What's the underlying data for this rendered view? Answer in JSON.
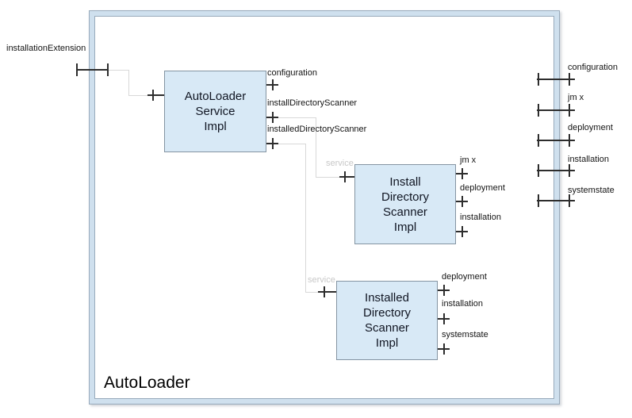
{
  "diagram": {
    "title": "AutoLoader",
    "external_reference": {
      "label": "installationExtension"
    },
    "frame_ports": [
      {
        "label": "configuration"
      },
      {
        "label": "jm x"
      },
      {
        "label": "deployment"
      },
      {
        "label": "installation"
      },
      {
        "label": "systemstate"
      }
    ],
    "components": [
      {
        "name_lines": [
          "AutoLoader",
          "Service",
          "Impl"
        ],
        "refs": [
          {
            "label": "configuration"
          },
          {
            "label": "installDirectoryScanner"
          },
          {
            "label": "installedDirectoryScanner"
          }
        ]
      },
      {
        "service_label": "service",
        "name_lines": [
          "Install",
          "Directory",
          "Scanner",
          "Impl"
        ],
        "refs": [
          {
            "label": "jm x"
          },
          {
            "label": "deployment"
          },
          {
            "label": "installation"
          }
        ]
      },
      {
        "service_label": "service",
        "name_lines": [
          "Installed",
          "Directory",
          "Scanner",
          "Impl"
        ],
        "refs": [
          {
            "label": "deployment"
          },
          {
            "label": "installation"
          },
          {
            "label": "systemstate"
          }
        ]
      }
    ],
    "colors": {
      "component_fill": "#d8e9f6",
      "component_border": "#8494a2",
      "frame_band": "#cfe0ee",
      "frame_border": "#98aabb",
      "wire": "#d8d8d8",
      "port": "#2d2d2d",
      "service_text": "#c8c8c8"
    }
  }
}
